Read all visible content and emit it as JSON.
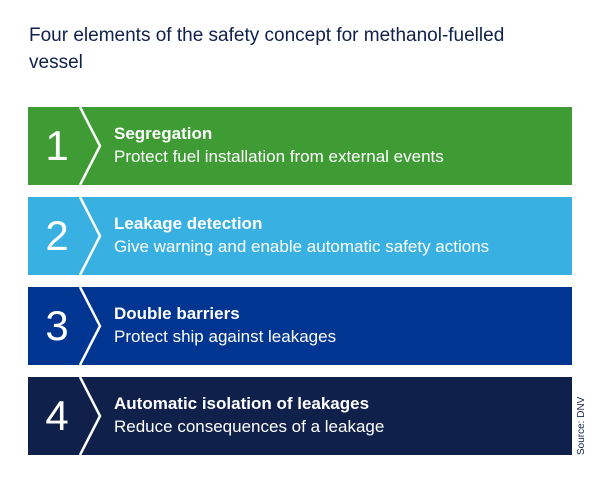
{
  "title": "Four elements of the safety concept for methanol-fuelled vessel",
  "items": [
    {
      "number": "1",
      "heading": "Segregation",
      "text": "Protect fuel installation from external events",
      "color": "#3f9c35"
    },
    {
      "number": "2",
      "heading": "Leakage detection",
      "text": "Give warning and enable automatic safety actions",
      "color": "#38b0e2"
    },
    {
      "number": "3",
      "heading": "Double barriers",
      "text": "Protect ship against leakages",
      "color": "#003591"
    },
    {
      "number": "4",
      "heading": "Automatic isolation of leakages",
      "text": "Reduce consequences of a leakage",
      "color": "#0f204b"
    }
  ],
  "source": "Source: DNV"
}
